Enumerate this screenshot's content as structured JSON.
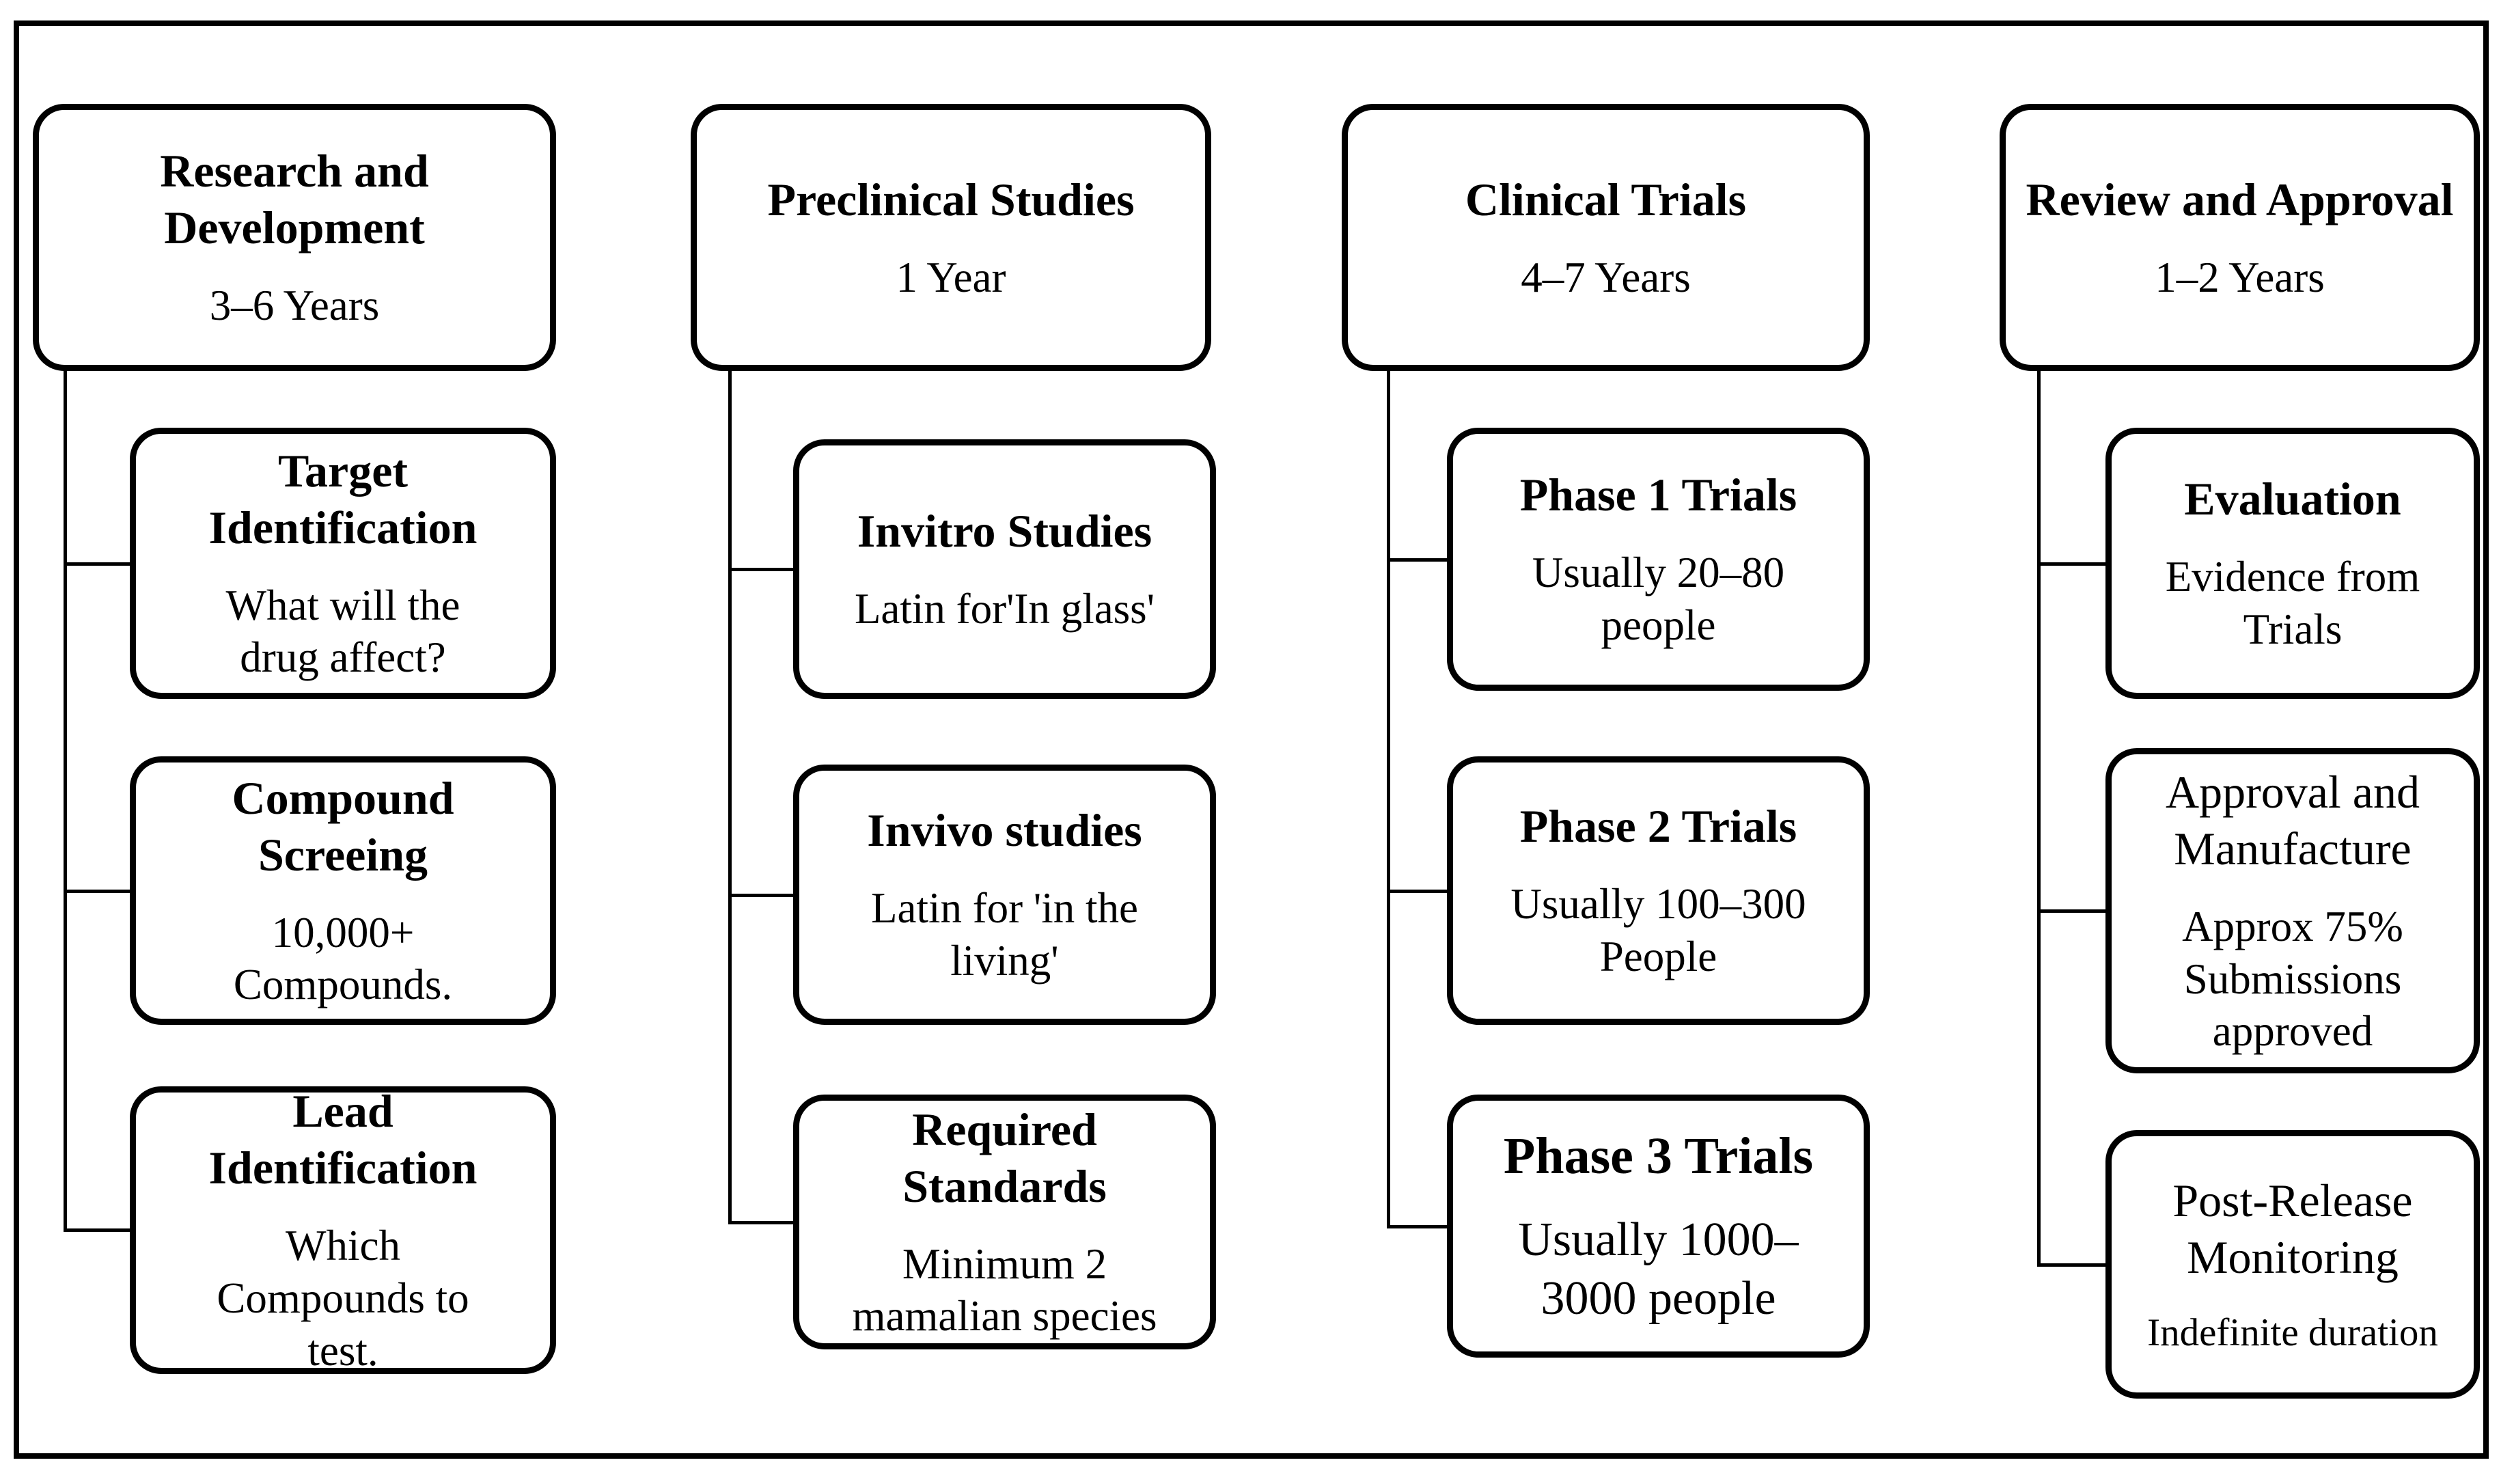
{
  "colors": {
    "ink": "#000000",
    "background": "#ffffff"
  },
  "diagram": {
    "columns": [
      {
        "header": {
          "title": "Research and\nDevelopment",
          "subtitle": "3–6 Years"
        },
        "children": [
          {
            "title": "Target\nIdentification",
            "body": "What will the\ndrug affect?"
          },
          {
            "title": "Compound\nScreeing",
            "body": "10,000+\nCompounds."
          },
          {
            "title": "Lead\nIdentification",
            "body": "Which\nCompounds to\ntest."
          }
        ]
      },
      {
        "header": {
          "title": "Preclinical Studies",
          "subtitle": "1 Year"
        },
        "children": [
          {
            "title": "Invitro Studies",
            "body": "Latin for'In glass'"
          },
          {
            "title": "Invivo studies",
            "body": "Latin for 'in the\nliving'"
          },
          {
            "title": "Required\nStandards",
            "body": "Minimum 2\nmamalian species"
          }
        ]
      },
      {
        "header": {
          "title": "Clinical Trials",
          "subtitle": "4–7 Years"
        },
        "children": [
          {
            "title": "Phase 1 Trials",
            "body": "Usually 20–80\npeople"
          },
          {
            "title": "Phase 2 Trials",
            "body": "Usually 100–300\nPeople"
          },
          {
            "title": "Phase 3 Trials",
            "body": "Usually 1000–\n3000 people"
          }
        ]
      },
      {
        "header": {
          "title": "Review and Approval",
          "subtitle": "1–2 Years"
        },
        "children": [
          {
            "title": "Evaluation",
            "body": "Evidence from\nTrials"
          },
          {
            "title": "Approval and\nManufacture",
            "body": "Approx 75%\nSubmissions\napproved"
          },
          {
            "title": "Post-Release\nMonitoring",
            "body": "Indefinite duration"
          }
        ]
      }
    ]
  }
}
